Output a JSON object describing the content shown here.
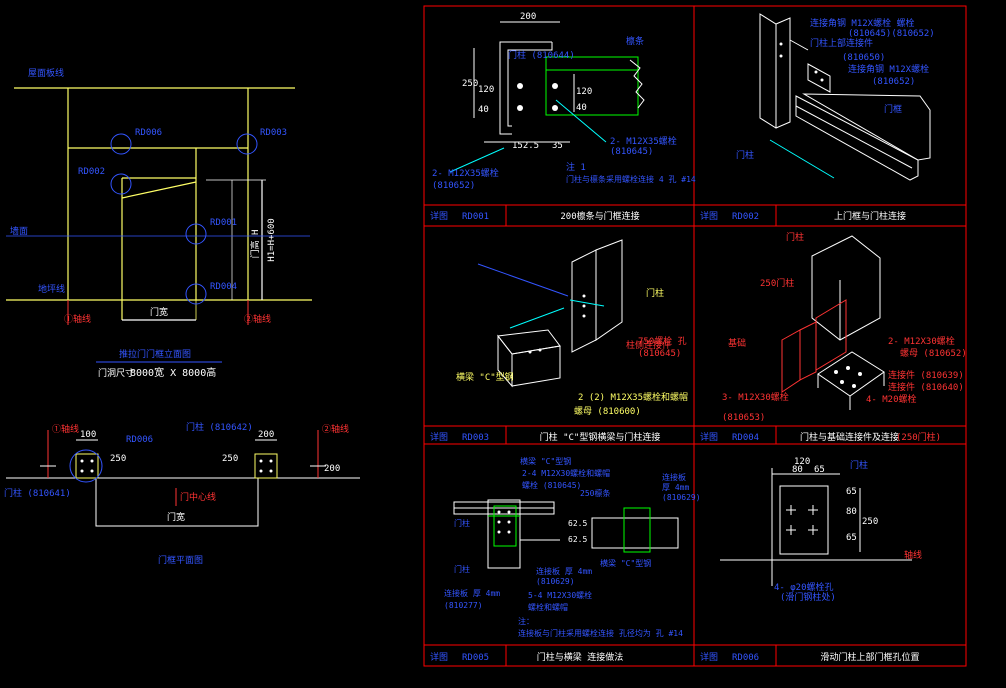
{
  "colors": {
    "background": "#000000",
    "frame": "#ff0000",
    "line": "#ffffff",
    "dim": "#00ffff",
    "label": "#0000ff",
    "ref": "#ff0000",
    "green": "#00ff00",
    "yellow": "#ffff00",
    "magenta": "#ff00ff"
  },
  "elevation": {
    "label_top_left": "屋面板线",
    "callouts": [
      "RD006",
      "RD003",
      "RD002",
      "RD001",
      "RD004"
    ],
    "label_left_mid": "墙面",
    "label_left_low": "地坪线",
    "dim_height": "H1=H+600",
    "dim_h": "门高 H",
    "width_label": "门宽",
    "axis_left": "①轴线",
    "axis_right": "②轴线",
    "title": "推拉门门框立面图",
    "spec_prefix": "门洞尺寸",
    "spec_value": "8000宽 X 8000高"
  },
  "plan": {
    "axis_tl": "①轴线",
    "axis_tr": "②轴线",
    "dim_100": "100",
    "dim_200a": "200",
    "dim_200b": "200",
    "dim_250a": "250",
    "dim_250b": "250",
    "callout": "RD006",
    "note_left": "门柱 (810641)",
    "note_right": "门柱 (810642)",
    "axis_center": "门中心线",
    "width_label": "门宽",
    "title": "门框平面图"
  },
  "panels": [
    {
      "code_label": "详图",
      "code": "RD001",
      "desc": "200檩条与门框连接",
      "texts": {
        "dim_top": "200",
        "purlin": "檩条",
        "post": "门柱 (810644)",
        "dim_250": "250",
        "dim_120a": "120",
        "dim_40a": "40",
        "dim_120b": "120",
        "dim_40b": "40",
        "dim_152": "152.5",
        "dim_35": "35",
        "bolt_note": "2- M12X35螺栓",
        "bolt_code": "(810645)",
        "left_bolt": "2- M12X35螺栓",
        "left_code": "(810652)",
        "note1": "注 1",
        "note2": "门柱与檩条采用螺栓连接  4    孔 #14"
      }
    },
    {
      "code_label": "详图",
      "code": "RD002",
      "desc": "上门框与门柱连接",
      "texts": {
        "t1": "连接角钢  M12X螺栓    螺栓",
        "t2": "(810645)(810652)",
        "t3": "门柱上部连接件",
        "t4": "(810650)",
        "t5": "连接角钢  M12X螺栓",
        "t6": "(810652)",
        "t7": "门柱",
        "t8": "门框"
      }
    },
    {
      "code_label": "详图",
      "code": "RD003",
      "desc": "门柱 \"C\"型钢横梁与门柱连接",
      "texts": {
        "t1": "柱侧连接件",
        "t2": "750螺栓   孔",
        "t3": "(810645)",
        "t4": "门柱",
        "t5": "2 (2)  M12X35螺栓和螺帽",
        "t6": "螺母 (810600)",
        "t7": "横梁  \"C\"型钢"
      }
    },
    {
      "code_label": "详图",
      "code": "RD004",
      "desc": "门柱与基础连接件及连接",
      "desc2": "(250门柱)",
      "texts": {
        "t1": "门柱",
        "t2": "250门柱",
        "t3": "基础",
        "t4": "2- M12X30螺栓",
        "t5": "螺母 (810652)",
        "t6": "连接件 (810639)",
        "t7": "连接件 (810640)",
        "t8": "4- M20螺栓",
        "t9": "3- M12X30螺栓",
        "t10": "(810653)"
      }
    },
    {
      "code_label": "详图",
      "code": "RD005",
      "desc": "门柱与横梁    连接做法",
      "texts": {
        "t1": "横梁 \"C\"型钢",
        "t2": "2-4  M12X30螺栓和螺帽",
        "t3": "螺栓 (810645)",
        "t4": "250檩条",
        "t5": "门柱",
        "t6": "门柱",
        "t7": "连接板 厚 4mm",
        "t8": "(810629)",
        "t9": "连接板 厚 4mm",
        "t10": "(810277)",
        "t11": "5-4  M12X30螺栓",
        "t12": "螺栓和螺帽",
        "t13": "注：",
        "t14": "连接板与门柱采用螺栓连接 孔径均为  孔 #14",
        "t15": "62.5",
        "t16": "62.5",
        "t17": "连接板",
        "t18": "厚 4mm",
        "t19": "(810629)",
        "t20": "横梁 \"C\"型钢"
      }
    },
    {
      "code_label": "详图",
      "code": "RD006",
      "desc": "滑动门柱上部门框孔位置",
      "texts": {
        "dim_120": "120",
        "dim_80": "80",
        "dim_65": "65",
        "t_post": "门柱",
        "d65a": "65",
        "d80": "80",
        "d65b": "65",
        "d250": "250",
        "t_axis": "轴线",
        "t_hole1": "4- φ20螺栓孔",
        "t_hole2": "(滑门钢柱处)"
      }
    }
  ]
}
